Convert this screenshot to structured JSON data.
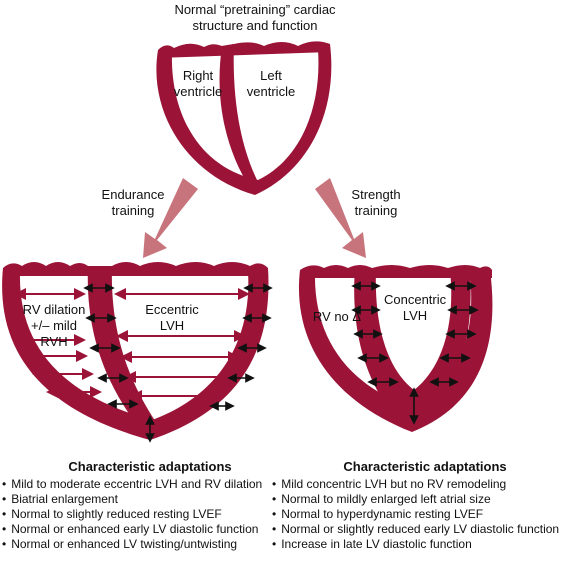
{
  "title": "Normal “pretraining” cardiac structure and function",
  "top_heart": {
    "right_label": "Right ventricle",
    "left_label": "Left ventricle"
  },
  "endurance": {
    "arrow_label": "Endurance training",
    "rv_label": "RV dilation +/– mild RVH",
    "lv_label": "Eccentric LVH",
    "heading": "Characteristic adaptations",
    "items": [
      "Mild to moderate eccentric LVH and RV dilation",
      "Biatrial enlargement",
      "Normal to slightly reduced resting LVEF",
      "Normal or enhanced early LV diastolic function",
      "Normal or enhanced LV twisting/untwisting"
    ]
  },
  "strength": {
    "arrow_label": "Strength training",
    "rv_label": "RV no Δ",
    "lv_label": "Concentric LVH",
    "heading": "Characteristic adaptations",
    "items": [
      "Mild concentric LVH but no RV remodeling",
      "Normal to mildly enlarged left atrial size",
      "Normal to hyperdynamic resting LVEF",
      "Normal or slightly reduced early LV diastolic function",
      "Increase in late LV diastolic function"
    ]
  },
  "colors": {
    "muscle": "#9b1438",
    "arrow": "#c8747c",
    "marker": "#111111"
  }
}
